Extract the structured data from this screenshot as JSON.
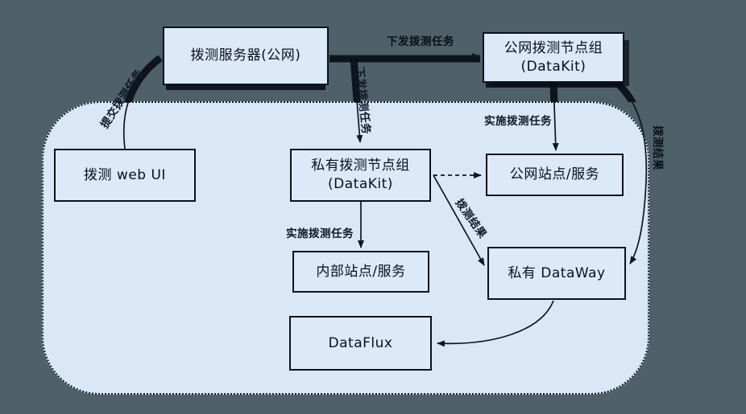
{
  "colors": {
    "outer_background": "#4e6068",
    "boundary_fill": "#d9e7f6",
    "box_fill": "#dbe9f8",
    "line_color": "#0e1622"
  },
  "nodes": {
    "server": {
      "label": "拨测服务器(公网)"
    },
    "public_node_group": {
      "line1": "公网拨测节点组",
      "line2": "(DataKit)"
    },
    "web_ui": {
      "label": "拨测 web UI"
    },
    "private_node_group": {
      "line1": "私有拨测节点组",
      "line2": "(DataKit)"
    },
    "public_site": {
      "label": "公网站点/服务"
    },
    "internal_site": {
      "label": "内部站点/服务"
    },
    "private_dataway": {
      "label": "私有 DataWay"
    },
    "dataflux": {
      "label": "DataFlux"
    }
  },
  "edge_labels": {
    "submit_task": "提交拨测任务",
    "dispatch_to_public": "下发拨测任务",
    "dispatch_to_private": "下发拨测任务",
    "execute_public": "实施拨测任务",
    "execute_private": "实施拨测任务",
    "result_private_to_dataway": "拨测结果",
    "result_public_to_dataway": "拨测结果"
  }
}
